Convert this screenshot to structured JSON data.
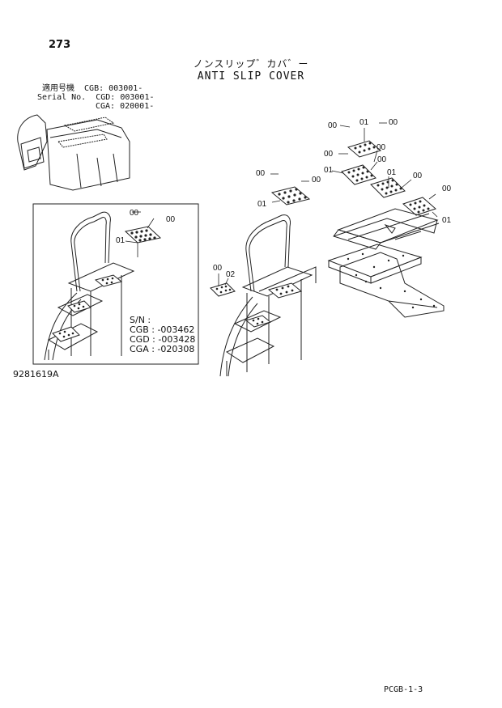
{
  "header": {
    "page_number": "273",
    "title_jp": "ノンスリップ゛カバ゛ー",
    "title_en": "ANTI SLIP COVER"
  },
  "serial_info": {
    "line_jp": "適用号機  CGB: 003001-",
    "line_en": "Serial No.  CGD: 003001-",
    "line_cga": "CGA: 020001-"
  },
  "inset": {
    "sn_label": "S/N :",
    "sn_lines": [
      "CGB : -003462",
      "CGD : -003428",
      "CGA : -020308"
    ],
    "callouts": [
      "00",
      "00",
      "01"
    ]
  },
  "callouts": {
    "upper_right": [
      "00",
      "01",
      "00",
      "00",
      "00",
      "00",
      "01",
      "01",
      "00",
      "00",
      "00",
      "00",
      "01"
    ],
    "mid_left": [
      "00",
      "02"
    ]
  },
  "footer": {
    "figure_number": "9281619A",
    "page_reference": "PCGB-1-3"
  }
}
